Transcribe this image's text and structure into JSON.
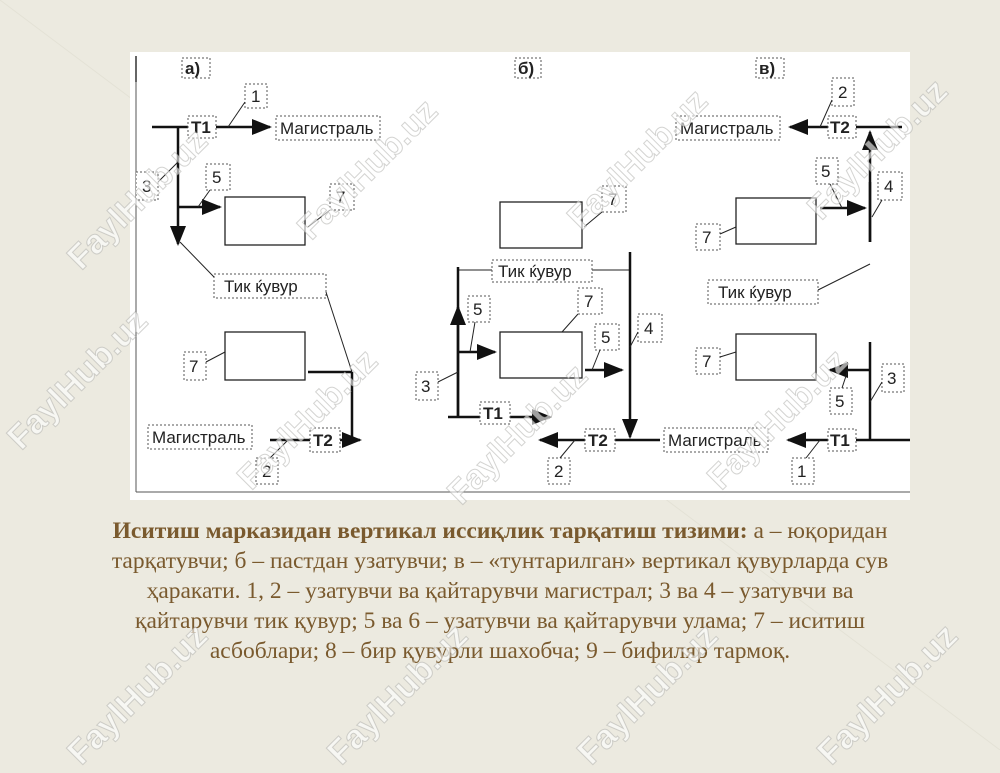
{
  "watermark": "FaylHub.uz",
  "diagram": {
    "panels": [
      "а)",
      "б)",
      "в)"
    ],
    "magistral": "Магистраль",
    "riser": "Тик ќувур",
    "t1": "Т1",
    "t2": "Т2",
    "n1": "1",
    "n2": "2",
    "n3": "3",
    "n4": "4",
    "n5": "5",
    "n7": "7"
  },
  "caption": {
    "bold": "Иситиш марказидан вертикал иссиқлик тарқатиш тизими:",
    "text": " а – юқоридан тарқатувчи; б – пастдан узатувчи; в – «тунтарилган» вертикал қувурларда сув ҳаракати. 1, 2 – узатувчи ва қайтарувчи магистрал; 3 ва 4 – узатувчи ва қайтарувчи тик қувур;  5 ва 6 – узатувчи ва қайтарувчи улама; 7 – иситиш асбоблари; 8 – бир қувурли шахобча; 9 – бифиляр тармоқ."
  }
}
